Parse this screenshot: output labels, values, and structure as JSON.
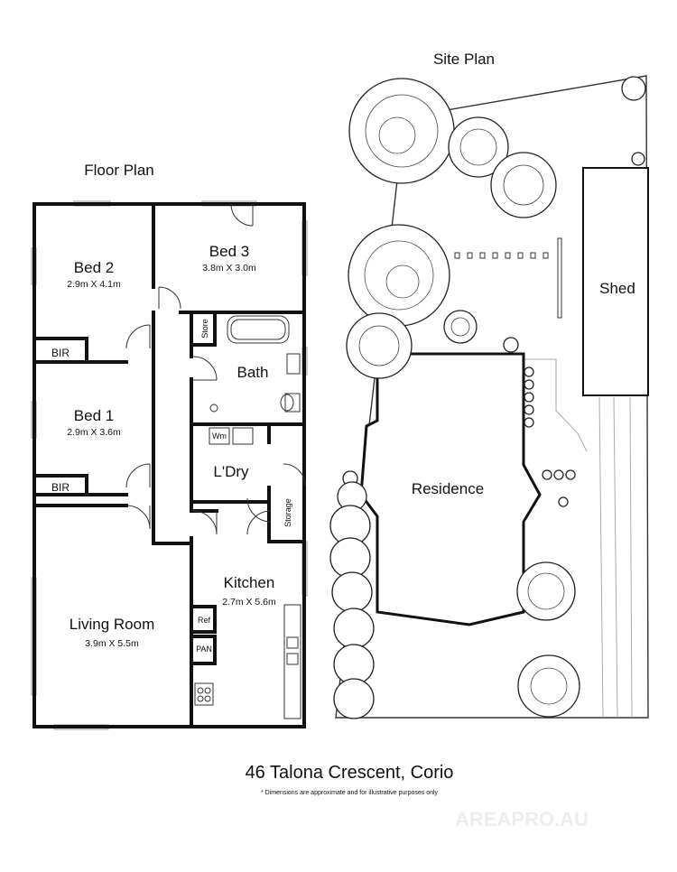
{
  "floor_plan": {
    "title": "Floor Plan",
    "rooms": [
      {
        "name": "Bed 2",
        "dims": "2.9m X 4.1m"
      },
      {
        "name": "Bed 3",
        "dims": "3.8m X 3.0m"
      },
      {
        "name": "Bed 1",
        "dims": "2.9m X 3.6m"
      },
      {
        "name": "Bath",
        "dims": ""
      },
      {
        "name": "L'Dry",
        "dims": ""
      },
      {
        "name": "Kitchen",
        "dims": "2.7m X 5.6m"
      },
      {
        "name": "Living Room",
        "dims": "3.9m X 5.5m"
      }
    ],
    "small_labels": {
      "bir_top": "BIR",
      "bir_bottom": "BIR",
      "store": "Store",
      "storage": "Storage",
      "wm": "Wm",
      "ref": "Ref",
      "pan": "PAN"
    }
  },
  "site_plan": {
    "title": "Site Plan",
    "residence": "Residence",
    "shed": "Shed"
  },
  "footer": {
    "address": "46 Talona Crescent, Corio",
    "disclaimer": "* Dimensions are approximate and for illustrative purposes only",
    "watermark": "AREAPRO.AU"
  }
}
